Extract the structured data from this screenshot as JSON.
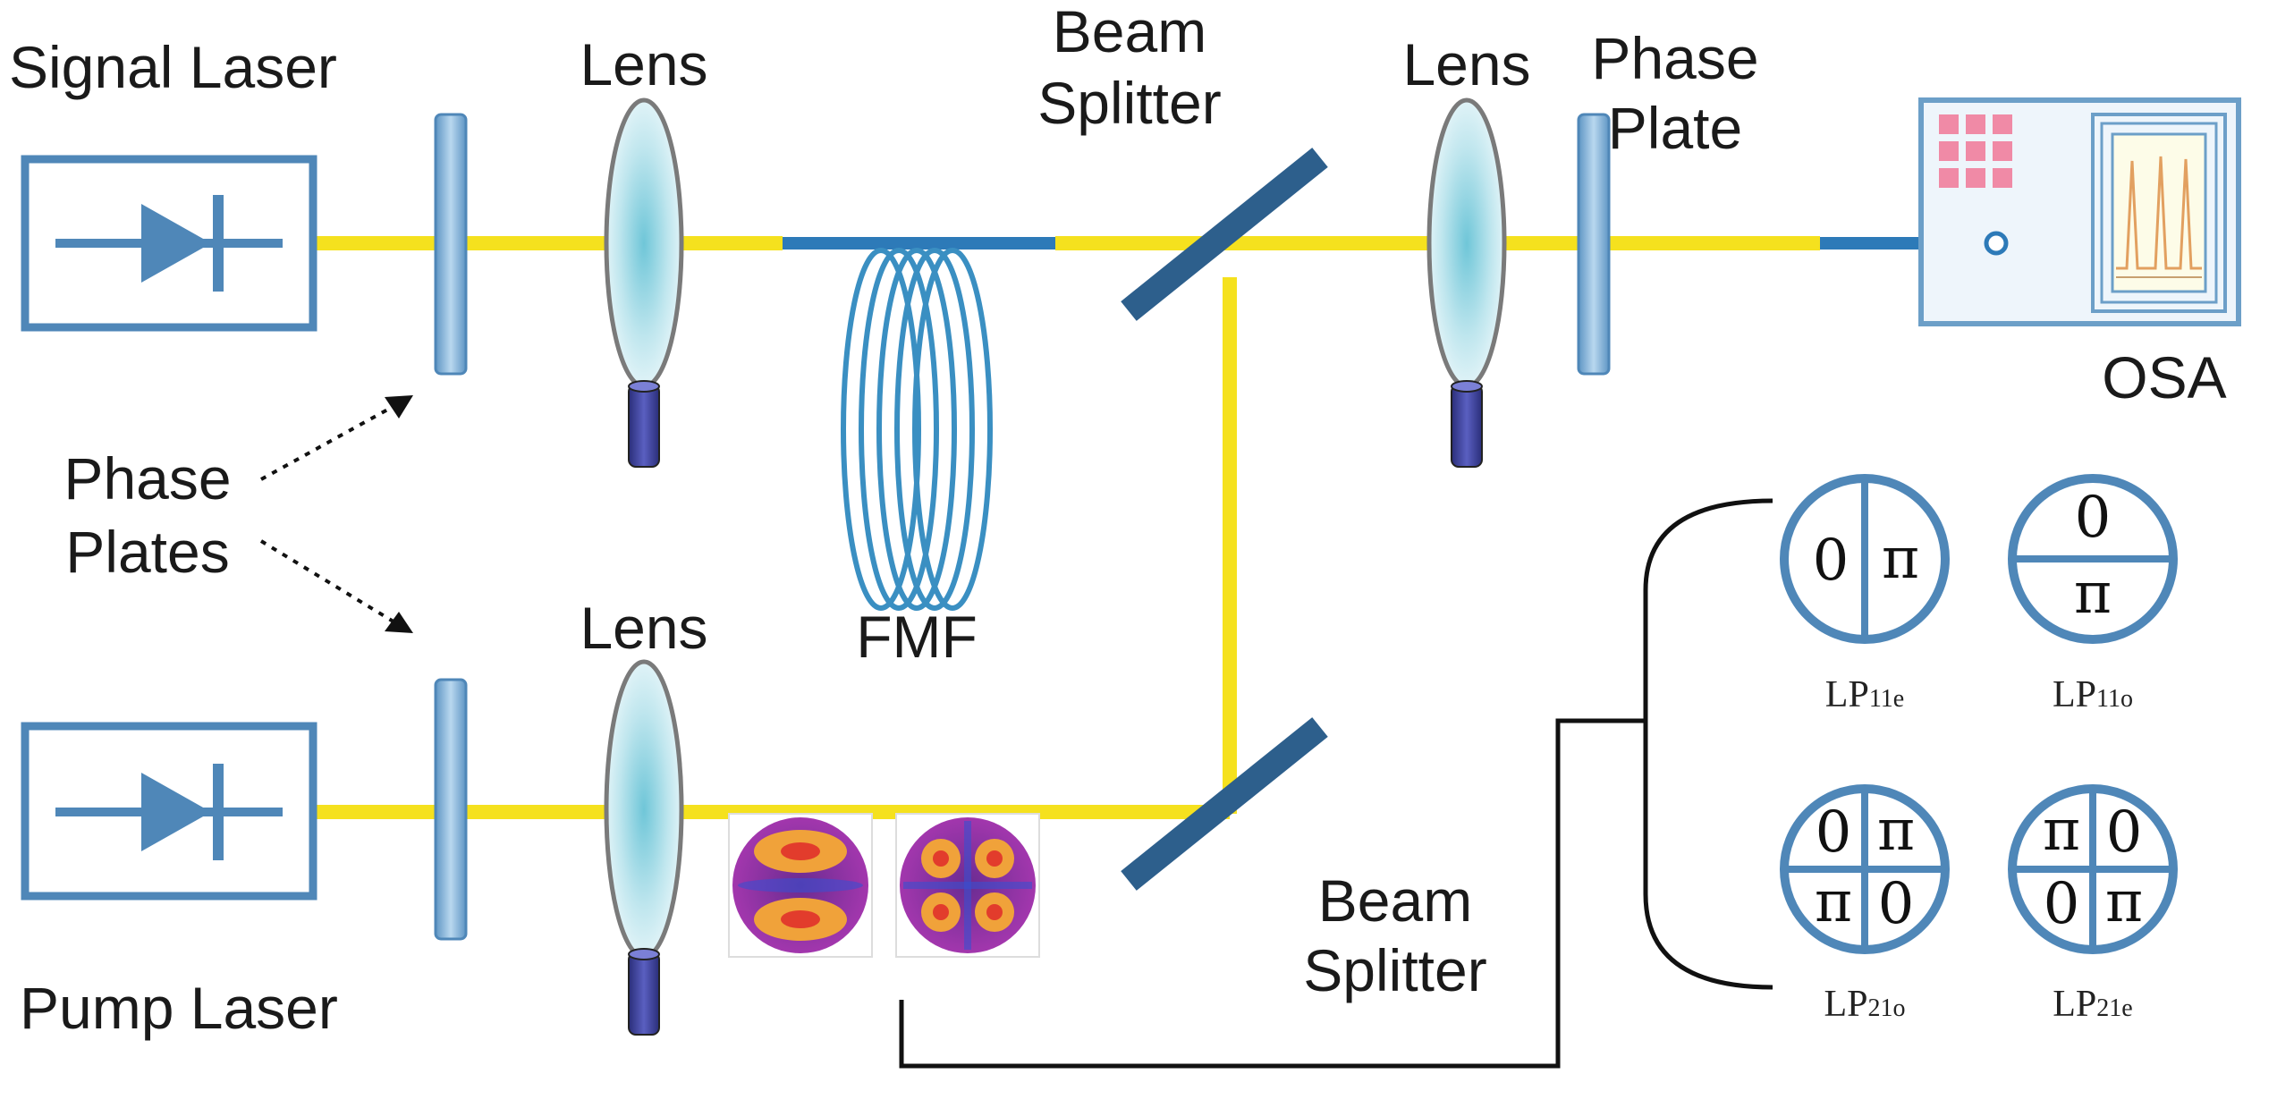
{
  "labels": {
    "signal_laser": "Signal Laser",
    "pump_laser": "Pump Laser",
    "lens_top_left": "Lens",
    "lens_bottom_left": "Lens",
    "lens_top_right": "Lens",
    "beam_splitter_top_l1": "Beam",
    "beam_splitter_top_l2": "Splitter",
    "beam_splitter_bottom_l1": "Beam",
    "beam_splitter_bottom_l2": "Splitter",
    "phase_plate_l1": "Phase",
    "phase_plate_l2": "Plate",
    "phase_plates_l1": "Phase",
    "phase_plates_l2": "Plates",
    "fmf": "FMF",
    "osa": "OSA"
  },
  "phase_plates": [
    {
      "q1": "0",
      "q2": "π",
      "mode_main": "LP",
      "mode_sub": "11e"
    },
    {
      "q1": "0",
      "q2": "π",
      "mode_main": "LP",
      "mode_sub": "11o"
    },
    {
      "q1": "0",
      "q2": "π",
      "q3": "π",
      "q4": "0",
      "mode_main": "LP",
      "mode_sub": "21o"
    },
    {
      "q1": "π",
      "q2": "0",
      "q3": "0",
      "q4": "π",
      "mode_main": "LP",
      "mode_sub": "21e"
    }
  ],
  "colors": {
    "beam": "#f5e11e",
    "fiber": "#2d7ab8",
    "component": "#4f87b8",
    "lens_fill": "#8fd0e0",
    "mount": "#3b3f9a",
    "osa_key": "#f08aa6",
    "osa_trace": "#e2a060"
  }
}
